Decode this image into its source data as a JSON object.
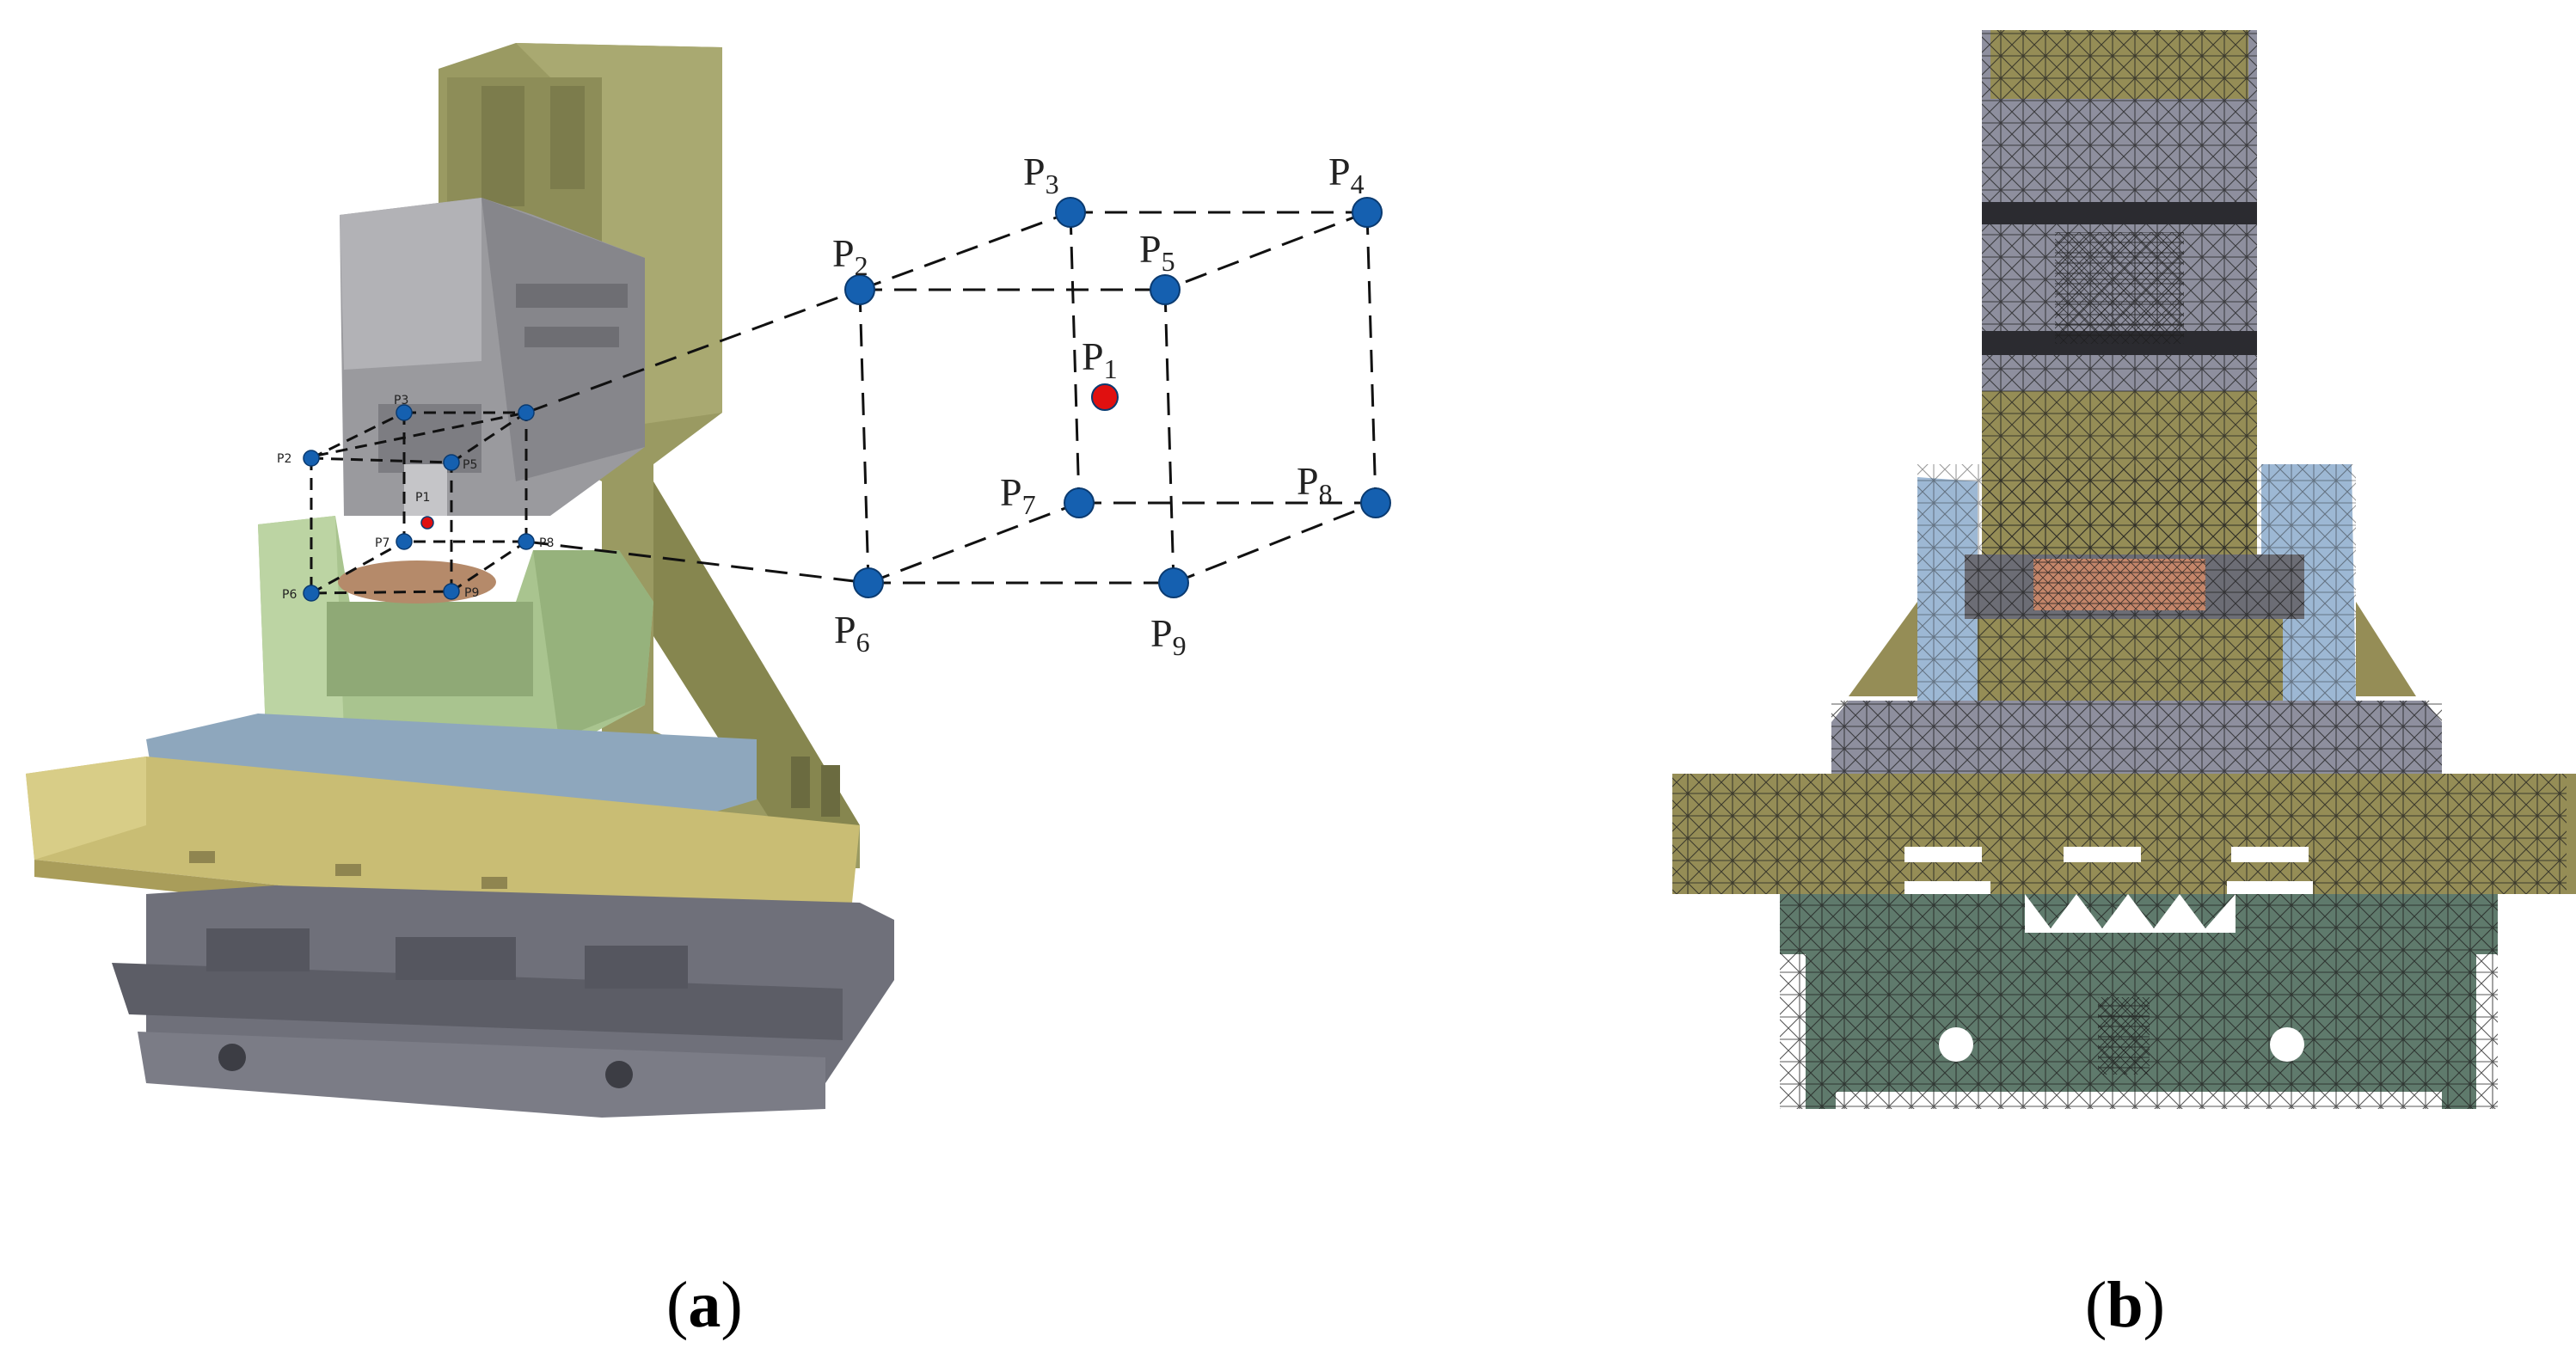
{
  "panels": [
    {
      "id": "a",
      "label_open": "(",
      "label_letter": "a",
      "label_close": ")"
    },
    {
      "id": "b",
      "label_open": "(",
      "label_letter": "b",
      "label_close": ")"
    }
  ],
  "points": {
    "P1": {
      "base": "P",
      "sub": "1",
      "color": "#e01010"
    },
    "P2": {
      "base": "P",
      "sub": "2",
      "color": "#1560b0"
    },
    "P3": {
      "base": "P",
      "sub": "3",
      "color": "#1560b0"
    },
    "P4": {
      "base": "P",
      "sub": "4",
      "color": "#1560b0"
    },
    "P5": {
      "base": "P",
      "sub": "5",
      "color": "#1560b0"
    },
    "P6": {
      "base": "P",
      "sub": "6",
      "color": "#1560b0"
    },
    "P7": {
      "base": "P",
      "sub": "7",
      "color": "#1560b0"
    },
    "P8": {
      "base": "P",
      "sub": "8",
      "color": "#1560b0"
    },
    "P9": {
      "base": "P",
      "sub": "9",
      "color": "#1560b0"
    }
  },
  "small_labels": {
    "P1": "P1",
    "P2": "P2",
    "P3": "P3",
    "P5": "P5",
    "P6": "P6",
    "P7": "P7",
    "P8": "P8",
    "P9": "P9"
  },
  "colors": {
    "column": "#9a9a62",
    "headstock": "#9a9a9e",
    "table_green": "#a9c48f",
    "saddle_blue": "#8ea7bd",
    "bed_yellow": "#c9bd74",
    "base_gray": "#6f707a",
    "workpiece": "#b58a6a",
    "mesh_gray": "#8e8f9e",
    "mesh_olive": "#958d56",
    "mesh_blue": "#9db8d4",
    "mesh_teal": "#5f7a6c",
    "mesh_orange": "#c4866a"
  }
}
